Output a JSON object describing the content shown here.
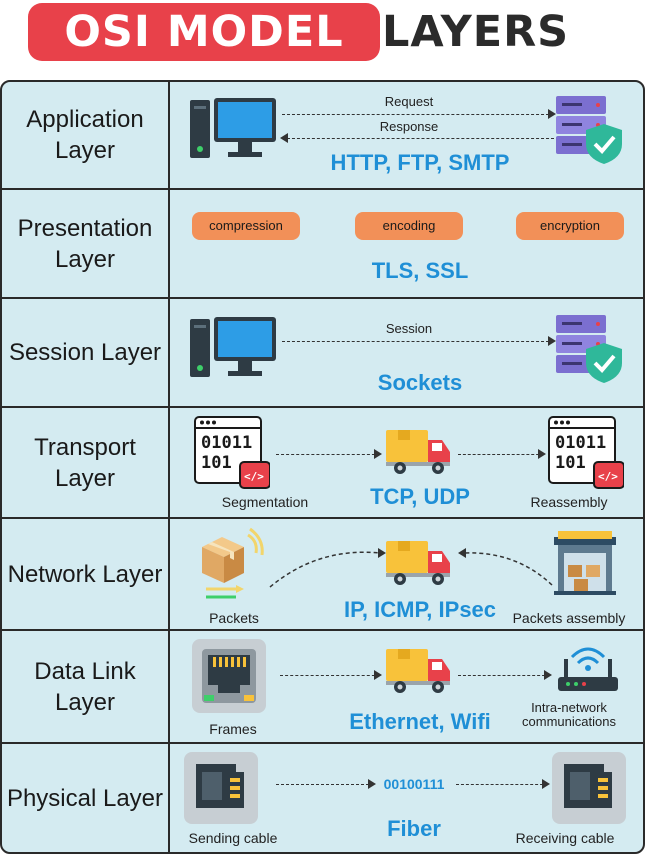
{
  "title": {
    "highlight": "OSI MODEL",
    "rest": "LAYERS"
  },
  "layers": [
    {
      "label": "Application Layer",
      "protocols": "HTTP, FTP, SMTP",
      "request": "Request",
      "response": "Response"
    },
    {
      "label": "Presentation Layer",
      "protocols": "TLS, SSL",
      "tags": [
        "compression",
        "encoding",
        "encryption"
      ]
    },
    {
      "label": "Session Layer",
      "protocols": "Sockets",
      "arrow_label": "Session"
    },
    {
      "label": "Transport Layer",
      "protocols": "TCP, UDP",
      "left_caption": "Segmentation",
      "right_caption": "Reassembly",
      "code_text": "01011\n101"
    },
    {
      "label": "Network Layer",
      "protocols": "IP, ICMP, IPsec",
      "left_caption": "Packets",
      "right_caption": "Packets assembly"
    },
    {
      "label": "Data Link Layer",
      "protocols": "Ethernet, Wifi",
      "left_caption": "Frames",
      "right_caption": "Intra-network communications"
    },
    {
      "label": "Physical Layer",
      "protocols": "Fiber",
      "left_caption": "Sending cable",
      "right_caption": "Receiving cable",
      "bits": "00100111"
    }
  ],
  "colors": {
    "title_pill": "#e8414a",
    "cell_bg": "#d4ebf1",
    "protocol_text": "#1f8fd6",
    "tag_bg": "#f29058",
    "server_purple": "#7b6fd0",
    "shield_green": "#2fb89a",
    "truck_yellow": "#f8c23a",
    "truck_red": "#e8414a"
  },
  "icons": [
    "desktop-computer-icon",
    "server-shield-icon",
    "binary-code-window-icon",
    "delivery-truck-icon",
    "package-box-icon",
    "warehouse-icon",
    "ethernet-port-icon",
    "wifi-router-icon"
  ]
}
